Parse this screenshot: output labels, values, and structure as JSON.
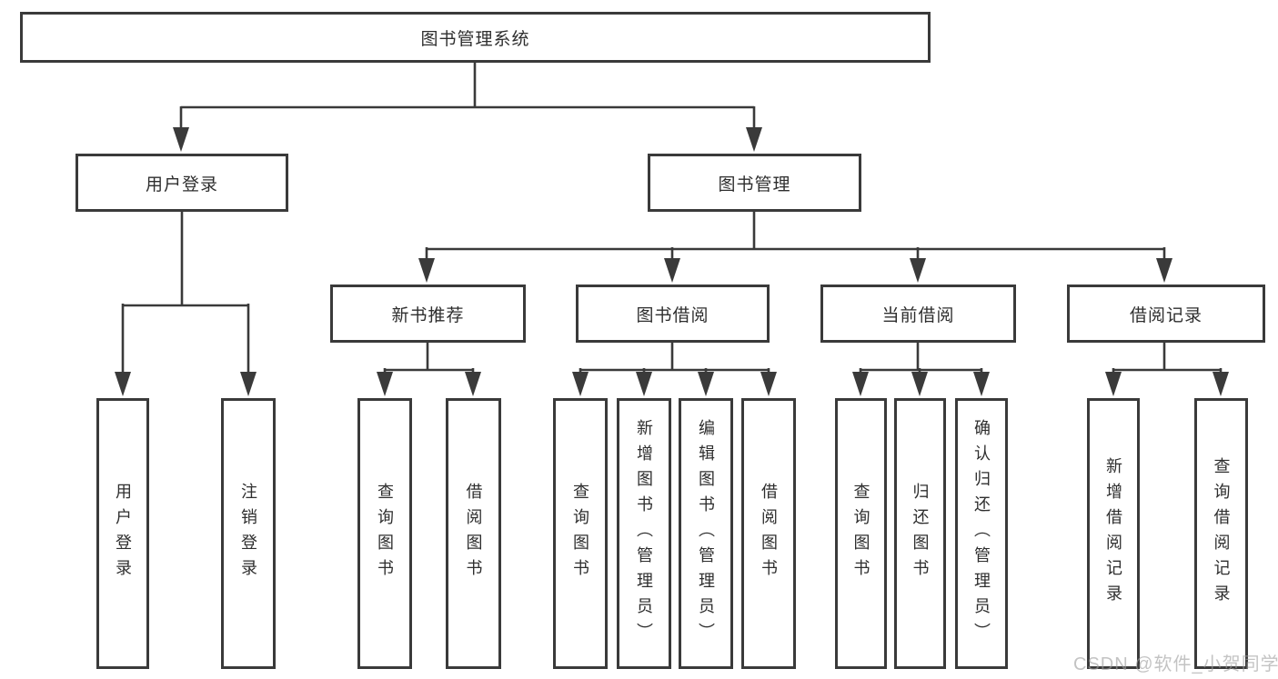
{
  "diagram": {
    "type": "hierarchy-tree",
    "colors": {
      "line": "#3a3a3a",
      "box_border": "#3a3a3a",
      "text": "#2e2e2e",
      "background": "#ffffff",
      "watermark": "#9e9e9e"
    },
    "watermark": "CSDN @软件_小贺同学",
    "nodes": {
      "root": {
        "label": "图书管理系统"
      },
      "user_login": {
        "label": "用户登录"
      },
      "book_mgmt": {
        "label": "图书管理"
      },
      "new_book_rec": {
        "label": "新书推荐"
      },
      "book_borrow": {
        "label": "图书借阅"
      },
      "current_borrow": {
        "label": "当前借阅"
      },
      "borrow_records": {
        "label": "借阅记录"
      },
      "leaf_login": {
        "label": "用户登录"
      },
      "leaf_logout": {
        "label": "注销登录"
      },
      "leaf_rec_query": {
        "label": "查询图书"
      },
      "leaf_rec_borrow": {
        "label": "借阅图书"
      },
      "leaf_bb_query": {
        "label": "查询图书"
      },
      "leaf_bb_add": {
        "label": "新增图书（管理员）"
      },
      "leaf_bb_edit": {
        "label": "编辑图书（管理员）"
      },
      "leaf_bb_borrow": {
        "label": "借阅图书"
      },
      "leaf_cb_query": {
        "label": "查询图书"
      },
      "leaf_cb_return": {
        "label": "归还图书"
      },
      "leaf_cb_confirm": {
        "label": "确认归还（管理员）"
      },
      "leaf_br_add": {
        "label": "新增借阅记录"
      },
      "leaf_br_query": {
        "label": "查询借阅记录"
      }
    },
    "tree": {
      "图书管理系统": {
        "用户登录": [
          "用户登录",
          "注销登录"
        ],
        "图书管理": {
          "新书推荐": [
            "查询图书",
            "借阅图书"
          ],
          "图书借阅": [
            "查询图书",
            "新增图书（管理员）",
            "编辑图书（管理员）",
            "借阅图书"
          ],
          "当前借阅": [
            "查询图书",
            "归还图书",
            "确认归还（管理员）"
          ],
          "借阅记录": [
            "新增借阅记录",
            "查询借阅记录"
          ]
        }
      }
    }
  }
}
